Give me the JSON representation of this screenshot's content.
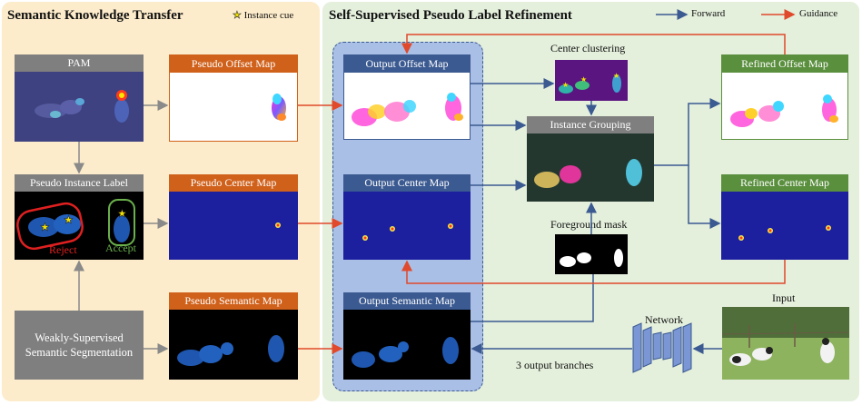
{
  "sections": {
    "left_title": "Semantic Knowledge Transfer",
    "right_title": "Self-Supervised Pseudo Label Refinement"
  },
  "legend": {
    "instance_cue": "Instance cue",
    "forward": "Forward",
    "guidance": "Guidance"
  },
  "boxes": {
    "pam": "PAM",
    "pseudo_offset": "Pseudo Offset Map",
    "pseudo_instance": "Pseudo Instance Label",
    "pseudo_center": "Pseudo Center Map",
    "pseudo_semantic": "Pseudo Semantic Map",
    "wss": "Weakly-Supervised Semantic Segmentation",
    "out_offset": "Output Offset Map",
    "out_center": "Output Center Map",
    "out_semantic": "Output Semantic Map",
    "center_clustering": "Center clustering",
    "instance_grouping": "Instance Grouping",
    "foreground_mask": "Foreground mask",
    "refined_offset": "Refined Offset Map",
    "refined_center": "Refined Center Map",
    "network": "Network",
    "input": "Input",
    "branches": "3 output branches"
  },
  "tags": {
    "reject": "Reject",
    "accept": "Accept"
  },
  "colors": {
    "left_bg": "#fdeccb",
    "right_bg": "#e4efdc",
    "col_bg": "#a9bfe6",
    "gray": "#7f7f7f",
    "orange": "#d0611b",
    "blue": "#3b5a91",
    "green": "#5a8f3e",
    "forward": "#3b5a91",
    "guidance": "#e0492b",
    "map_dark": "#1c1f9e"
  }
}
